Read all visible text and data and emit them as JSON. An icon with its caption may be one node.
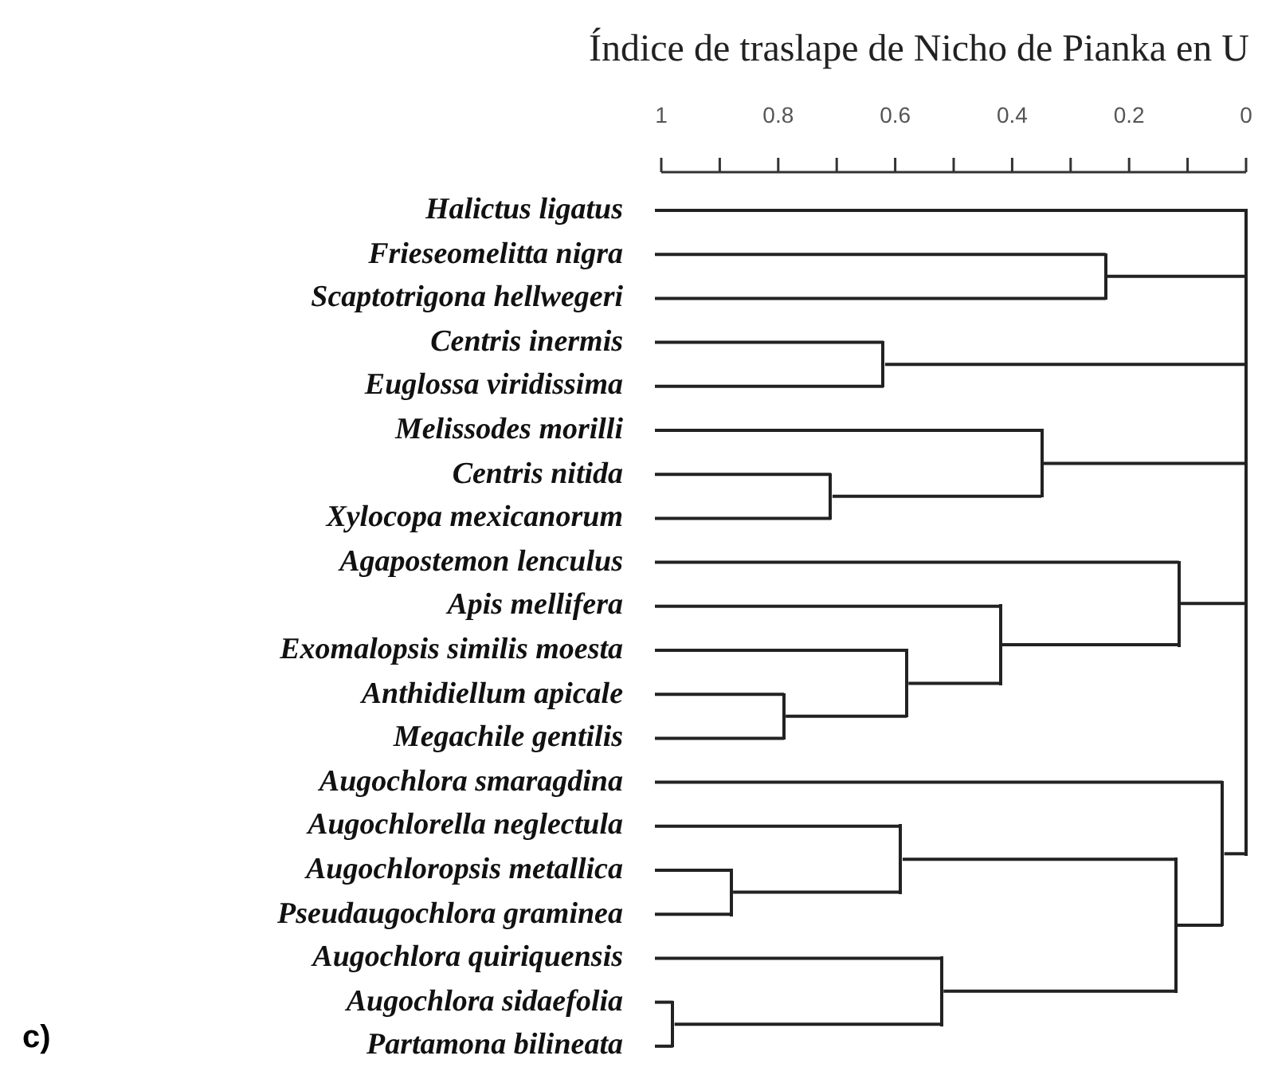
{
  "diagram": {
    "title": "Índice de traslape de Nicho de Pianka en U",
    "nodes": [
      {
        "text": [
          "Halictus ligatus"
        ]
      },
      {
        "text": [
          "Frieseomelitta nigra"
        ]
      },
      {
        "text": [
          "Scaptotrigona hellwegeri"
        ]
      },
      {
        "text": [
          "Centris inermis"
        ]
      },
      {
        "text": [
          "Euglossa viridissima"
        ]
      },
      {
        "text": [
          "Melissodes morilli"
        ]
      },
      {
        "text": [
          "Centris nitida"
        ]
      },
      {
        "text": [
          "Xylocopa mexicanorum"
        ]
      },
      {
        "text": [
          "Agapostemon lenculus"
        ]
      },
      {
        "text": [
          "Apis mellifera"
        ]
      },
      {
        "text": [
          "Exomalopsis similis moesta"
        ]
      },
      {
        "text": [
          "Anthidiellum apicale"
        ]
      },
      {
        "text": [
          "Megachile gentilis"
        ]
      },
      {
        "text": [
          "Augochlora smaragdina"
        ]
      },
      {
        "text": [
          "Augochlorella neglectula"
        ]
      },
      {
        "text": [
          "Augochloropsis metallica"
        ]
      },
      {
        "text": [
          "Pseudaugochlora graminea"
        ]
      },
      {
        "text": [
          "Augochlora quiriquensis"
        ]
      },
      {
        "text": [
          "Augochlora sidaefolia"
        ]
      },
      {
        "text": [
          "Partamona bilineata"
        ]
      },
      {
        "text": [],
        "shape": "bar"
      },
      {
        "text": [],
        "shape": "bar"
      },
      {
        "text": [],
        "shape": "bar"
      },
      {
        "text": [],
        "shape": "bar"
      },
      {
        "text": [],
        "shape": "bar"
      },
      {
        "text": [],
        "shape": "bar"
      },
      {
        "text": [],
        "shape": "bar"
      },
      {
        "text": [],
        "shape": "bar"
      },
      {
        "text": [],
        "shape": "bar"
      },
      {
        "text": [],
        "shape": "bar"
      },
      {
        "text": [],
        "shape": "bar"
      },
      {
        "text": [],
        "shape": "bar"
      },
      {
        "text": [],
        "shape": "bar"
      },
      {
        "text": [],
        "shape": "bar"
      },
      {
        "text": [],
        "shape": "bar"
      }
    ],
    "edges": [
      {
        "from": 1,
        "to": 20,
        "arrow": "none"
      },
      {
        "from": 2,
        "to": 20,
        "arrow": "none"
      },
      {
        "from": 3,
        "to": 21,
        "arrow": "none"
      },
      {
        "from": 4,
        "to": 21,
        "arrow": "none"
      },
      {
        "from": 6,
        "to": 22,
        "arrow": "none"
      },
      {
        "from": 7,
        "to": 22,
        "arrow": "none"
      },
      {
        "from": 5,
        "to": 23,
        "arrow": "none"
      },
      {
        "from": 22,
        "to": 23,
        "arrow": "none"
      },
      {
        "from": 11,
        "to": 24,
        "arrow": "none"
      },
      {
        "from": 12,
        "to": 24,
        "arrow": "none"
      },
      {
        "from": 10,
        "to": 25,
        "arrow": "none"
      },
      {
        "from": 24,
        "to": 25,
        "arrow": "none"
      },
      {
        "from": 9,
        "to": 26,
        "arrow": "none"
      },
      {
        "from": 25,
        "to": 26,
        "arrow": "none"
      },
      {
        "from": 8,
        "to": 27,
        "arrow": "none"
      },
      {
        "from": 26,
        "to": 27,
        "arrow": "none"
      },
      {
        "from": 15,
        "to": 28,
        "arrow": "none"
      },
      {
        "from": 16,
        "to": 28,
        "arrow": "none"
      },
      {
        "from": 14,
        "to": 29,
        "arrow": "none"
      },
      {
        "from": 28,
        "to": 29,
        "arrow": "none"
      },
      {
        "from": 18,
        "to": 30,
        "arrow": "none"
      },
      {
        "from": 19,
        "to": 30,
        "arrow": "none"
      },
      {
        "from": 17,
        "to": 31,
        "arrow": "none"
      },
      {
        "from": 30,
        "to": 31,
        "arrow": "none"
      },
      {
        "from": 29,
        "to": 32,
        "arrow": "none"
      },
      {
        "from": 31,
        "to": 32,
        "arrow": "none"
      },
      {
        "from": 13,
        "to": 33,
        "arrow": "none"
      },
      {
        "from": 32,
        "to": 33,
        "arrow": "none"
      },
      {
        "from": 0,
        "to": 34,
        "arrow": "none"
      },
      {
        "from": 20,
        "to": 34,
        "arrow": "none"
      },
      {
        "from": 21,
        "to": 34,
        "arrow": "none"
      },
      {
        "from": 23,
        "to": 34,
        "arrow": "none"
      },
      {
        "from": 27,
        "to": 34,
        "arrow": "none"
      },
      {
        "from": 33,
        "to": 34,
        "arrow": "none"
      }
    ],
    "labels": [
      "1",
      "0.8",
      "0.6",
      "0.4",
      "0.2",
      "0",
      "c)"
    ]
  }
}
